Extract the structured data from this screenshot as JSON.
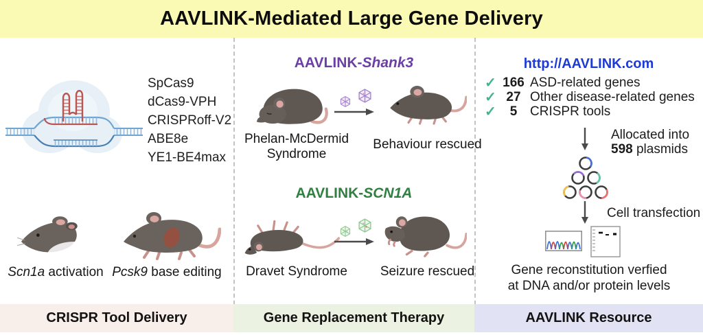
{
  "header": {
    "title": "AAVLINK-Mediated Large Gene Delivery",
    "bg": "#FBFAB4"
  },
  "sections": {
    "crispr_tools": {
      "tool_list": [
        "SpCas9",
        "dCas9-VPH",
        "CRISPRoff-V2",
        "ABE8e",
        "YE1-BE4max"
      ],
      "example_left": {
        "gene": "Scn1a",
        "text": " activation"
      },
      "example_right": {
        "gene": "Pcsk9",
        "text": " base editing"
      }
    },
    "gene_therapy": {
      "case_shank3": {
        "prefix": "AAVLINK-",
        "gene": "Shank3",
        "color": "#6B3FA5",
        "disease": "Phelan-McDermid Syndrome",
        "outcome": "Behaviour rescued"
      },
      "case_scn1a": {
        "prefix": "AAVLINK-",
        "gene": "SCN1A",
        "color": "#2F8041",
        "disease": "Dravet Syndrome",
        "outcome": "Seizure rescued"
      },
      "capsid_colors": {
        "shank3": "#A583D1",
        "scn1a": "#8FC98F"
      }
    },
    "resource": {
      "url": "http://AAVLINK.com",
      "url_color": "#1E3AD6",
      "check_glyph": "✓",
      "check_color": "#45B391",
      "checklist": [
        {
          "count": "166",
          "label": "ASD-related genes"
        },
        {
          "count": "27",
          "label": "Other disease-related genes"
        },
        {
          "count": "5",
          "label": "CRISPR tools"
        }
      ],
      "allocated": {
        "line1": "Allocated into",
        "bold": "598",
        "rest": " plasmids"
      },
      "transfection_label": "Cell transfection",
      "verified_line1": "Gene reconstitution verfied",
      "verified_line2": "at DNA and/or protein levels",
      "plasmid_colors": [
        "#4A6FD4",
        "#9A6BD0",
        "#66C6A3",
        "#F0C24B",
        "#F08CB4",
        "#F26D6D"
      ]
    }
  },
  "footers": {
    "crispr": {
      "label": "CRISPR Tool Delivery",
      "bg": "#F8EEEA"
    },
    "therapy": {
      "label": "Gene Replacement Therapy",
      "bg": "#ECF2E1"
    },
    "resource": {
      "label": "AAVLINK Resource",
      "bg": "#E1E3F5"
    }
  }
}
